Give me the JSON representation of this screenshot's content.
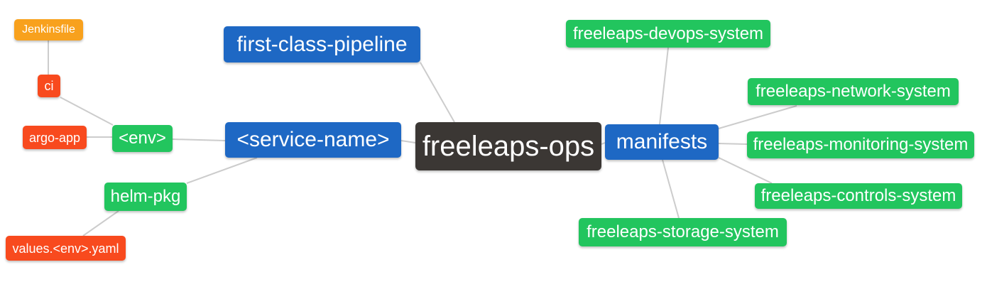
{
  "diagram": {
    "type": "mindmap",
    "background": "#FFFFFF",
    "colors": {
      "root_node": "#3B3734",
      "branch_blue": "#1E68C4",
      "leaf_green": "#22C55E",
      "leaf_red": "#F84A1E",
      "leaf_orange": "#F8A11D",
      "edge_gray": "#CCCCCC",
      "node_text": "#FFFFFF"
    },
    "nodes": {
      "root": {
        "label": "freeleaps-ops",
        "depth": 0
      },
      "first_class_pipeline": {
        "label": "first-class-pipeline",
        "depth": 1
      },
      "service_name": {
        "label": "<service-name>",
        "depth": 1
      },
      "manifests": {
        "label": "manifests",
        "depth": 1
      },
      "env": {
        "label": "<env>",
        "depth": 2
      },
      "helm_pkg": {
        "label": "helm-pkg",
        "depth": 2
      },
      "ci": {
        "label": "ci",
        "depth": 3
      },
      "argo_app": {
        "label": "argo-app",
        "depth": 3
      },
      "values_env_yaml": {
        "label": "values.<env>.yaml",
        "depth": 3
      },
      "jenkinsfile": {
        "label": "Jenkinsfile",
        "depth": 4
      },
      "devops_system": {
        "label": "freeleaps-devops-system",
        "depth": 2
      },
      "network_system": {
        "label": "freeleaps-network-system",
        "depth": 2
      },
      "monitoring_system": {
        "label": "freeleaps-monitoring-system",
        "depth": 2
      },
      "controls_system": {
        "label": "freeleaps-controls-system",
        "depth": 2
      },
      "storage_system": {
        "label": "freeleaps-storage-system",
        "depth": 2
      }
    },
    "edges": [
      [
        "jenkinsfile",
        "ci"
      ],
      [
        "ci",
        "env"
      ],
      [
        "argo_app",
        "env"
      ],
      [
        "env",
        "service_name"
      ],
      [
        "helm_pkg",
        "service_name"
      ],
      [
        "values_env_yaml",
        "helm_pkg"
      ],
      [
        "service_name",
        "root"
      ],
      [
        "first_class_pipeline",
        "root"
      ],
      [
        "root",
        "manifests"
      ],
      [
        "manifests",
        "devops_system"
      ],
      [
        "manifests",
        "network_system"
      ],
      [
        "manifests",
        "monitoring_system"
      ],
      [
        "manifests",
        "controls_system"
      ],
      [
        "manifests",
        "storage_system"
      ]
    ]
  }
}
